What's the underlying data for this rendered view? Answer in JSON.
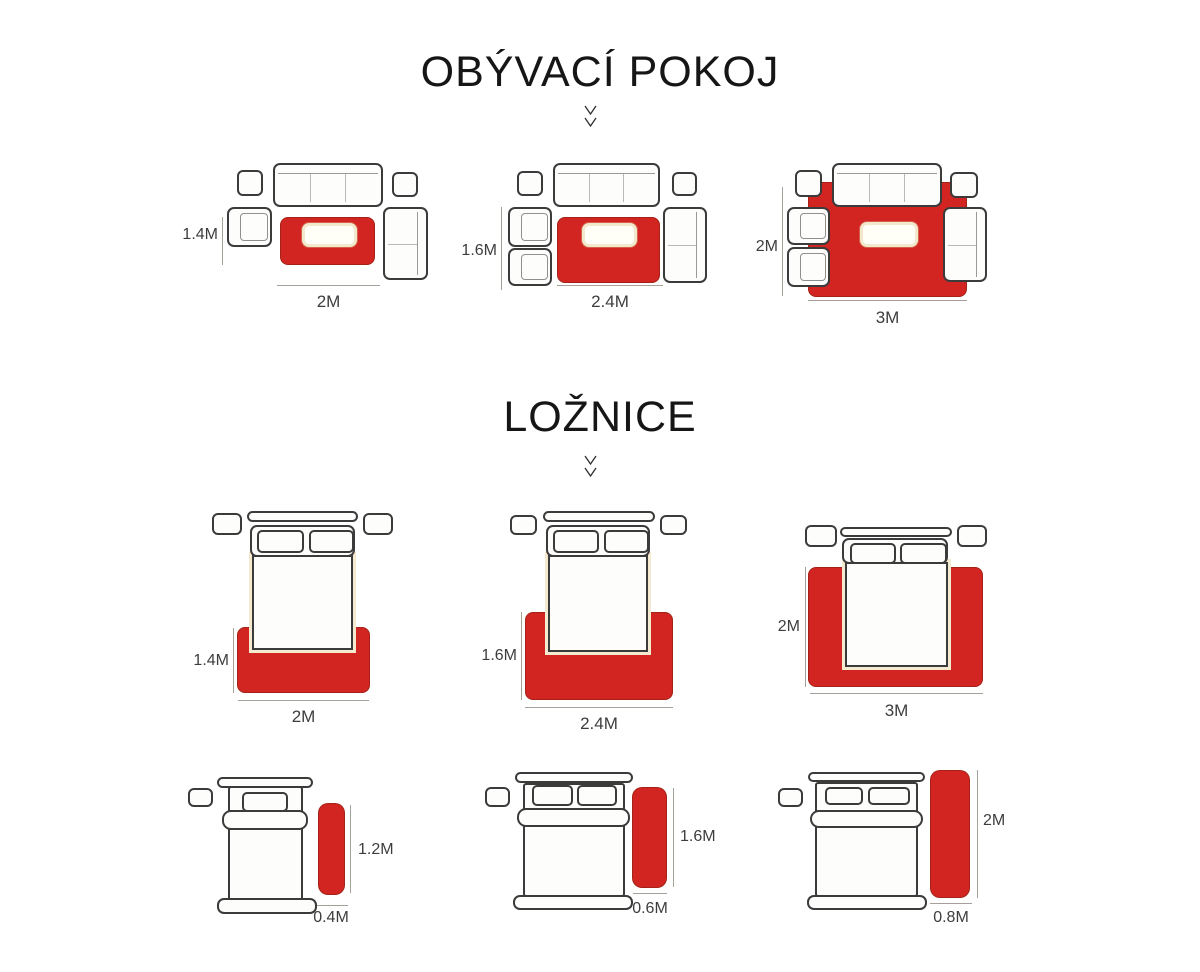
{
  "page": {
    "background": "#ffffff"
  },
  "colors": {
    "rug_red": "#d22521",
    "furniture_outline": "#3b3b3b",
    "dimension_line": "#a6a09a",
    "label_text": "#3d3d3d",
    "table_halo_cream": "#f2e8cc"
  },
  "icons": {
    "section_arrow": "double-chevron-down-icon"
  },
  "living_room": {
    "title": "OBÝVACÍ POKOJ",
    "layouts": [
      {
        "height": "1.4M",
        "width": "2M"
      },
      {
        "height": "1.6M",
        "width": "2.4M"
      },
      {
        "height": "2M",
        "width": "3M"
      }
    ]
  },
  "bedroom": {
    "title": "LOŽNICE",
    "rug_layouts": [
      {
        "height": "1.4M",
        "width": "2M"
      },
      {
        "height": "1.6M",
        "width": "2.4M"
      },
      {
        "height": "2M",
        "width": "3M"
      }
    ],
    "runner_layouts": [
      {
        "height": "1.2M",
        "width": "0.4M"
      },
      {
        "height": "1.6M",
        "width": "0.6M"
      },
      {
        "height": "2M",
        "width": "0.8M"
      }
    ]
  }
}
